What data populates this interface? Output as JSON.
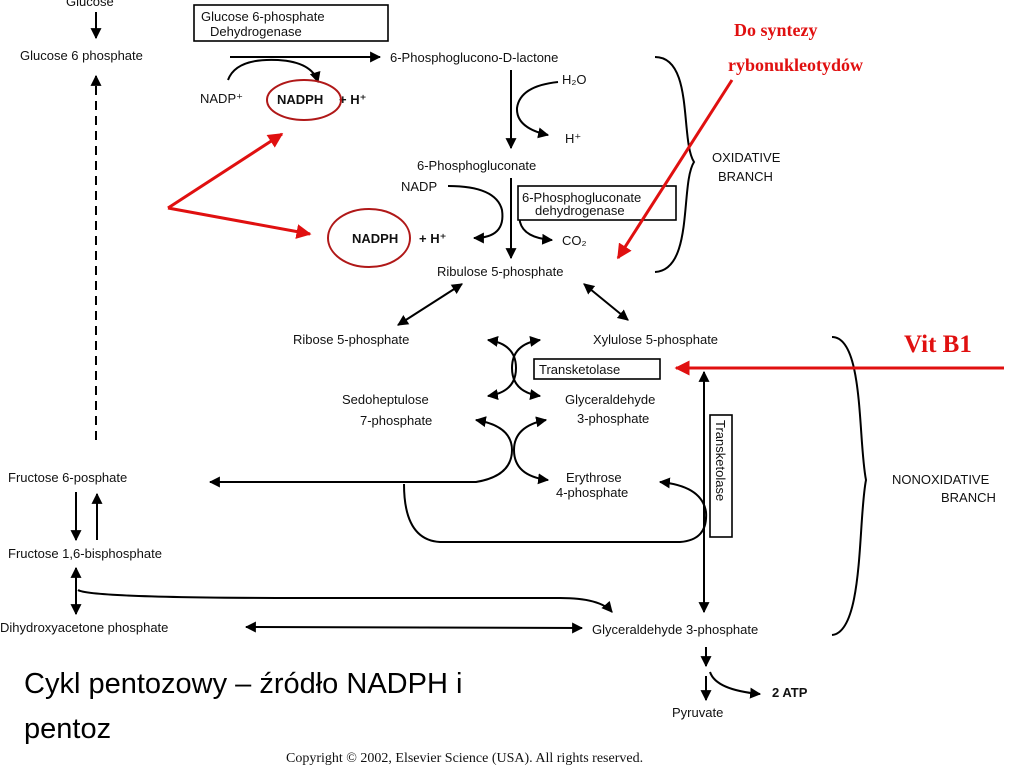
{
  "metabolites": {
    "glucose": "Glucose",
    "g6p": "Glucose 6 phosphate",
    "pgl": "6-Phosphoglucono-D-lactone",
    "pg": "6-Phosphogluconate",
    "ru5p": "Ribulose 5-phosphate",
    "r5p": "Ribose 5-phosphate",
    "xu5p": "Xylulose 5-phosphate",
    "s7p_1": "Sedoheptulose",
    "s7p_2": "7-phosphate",
    "gap_1": "Glyceraldehyde",
    "gap_2": "3-phosphate",
    "e4p_1": "Erythrose",
    "e4p_2": "4-phosphate",
    "f6p": "Fructose 6-posphate",
    "f16bp": "Fructose 1,6-bisphosphate",
    "dhap": "Dihydroxyacetone phosphate",
    "gap_bottom": "Glyceraldehyde 3-phosphate",
    "pyruvate": "Pyruvate"
  },
  "cofactors": {
    "nadp_plus": "NADP⁺",
    "nadph_1": "NADPH",
    "hplus_1": "+ H⁺",
    "water": "H₂O",
    "proton": "H⁺",
    "nadp": "NADP",
    "nadph_2": "NADPH",
    "hplus_2": "+ H⁺",
    "co2": "CO₂",
    "atp": "2 ATP"
  },
  "enzymes": {
    "g6pd_1": "Glucose 6-phosphate",
    "g6pd_2": "Dehydrogenase",
    "pgd_1": "6-Phosphogluconate",
    "pgd_2": "dehydrogenase",
    "transketolase_h": "Transketolase",
    "transketolase_v": "Transketolase"
  },
  "branches": {
    "oxidative_1": "OXIDATIVE",
    "oxidative_2": "BRANCH",
    "nonoxidative_1": "NONOXIDATIVE",
    "nonoxidative_2": "BRANCH"
  },
  "annotations": {
    "synthesis_1": "Do syntezy",
    "synthesis_2": "rybonukleotydów",
    "vitamin": "Vit B1"
  },
  "caption": {
    "line1": "Cykl pentozowy – źródło NADPH i",
    "line2": "pentoz"
  },
  "copyright": "Copyright © 2002, Elsevier Science (USA). All rights reserved.",
  "colors": {
    "annotation_red": "#e01010",
    "ellipse_red": "#b01818",
    "ink": "#111111"
  }
}
